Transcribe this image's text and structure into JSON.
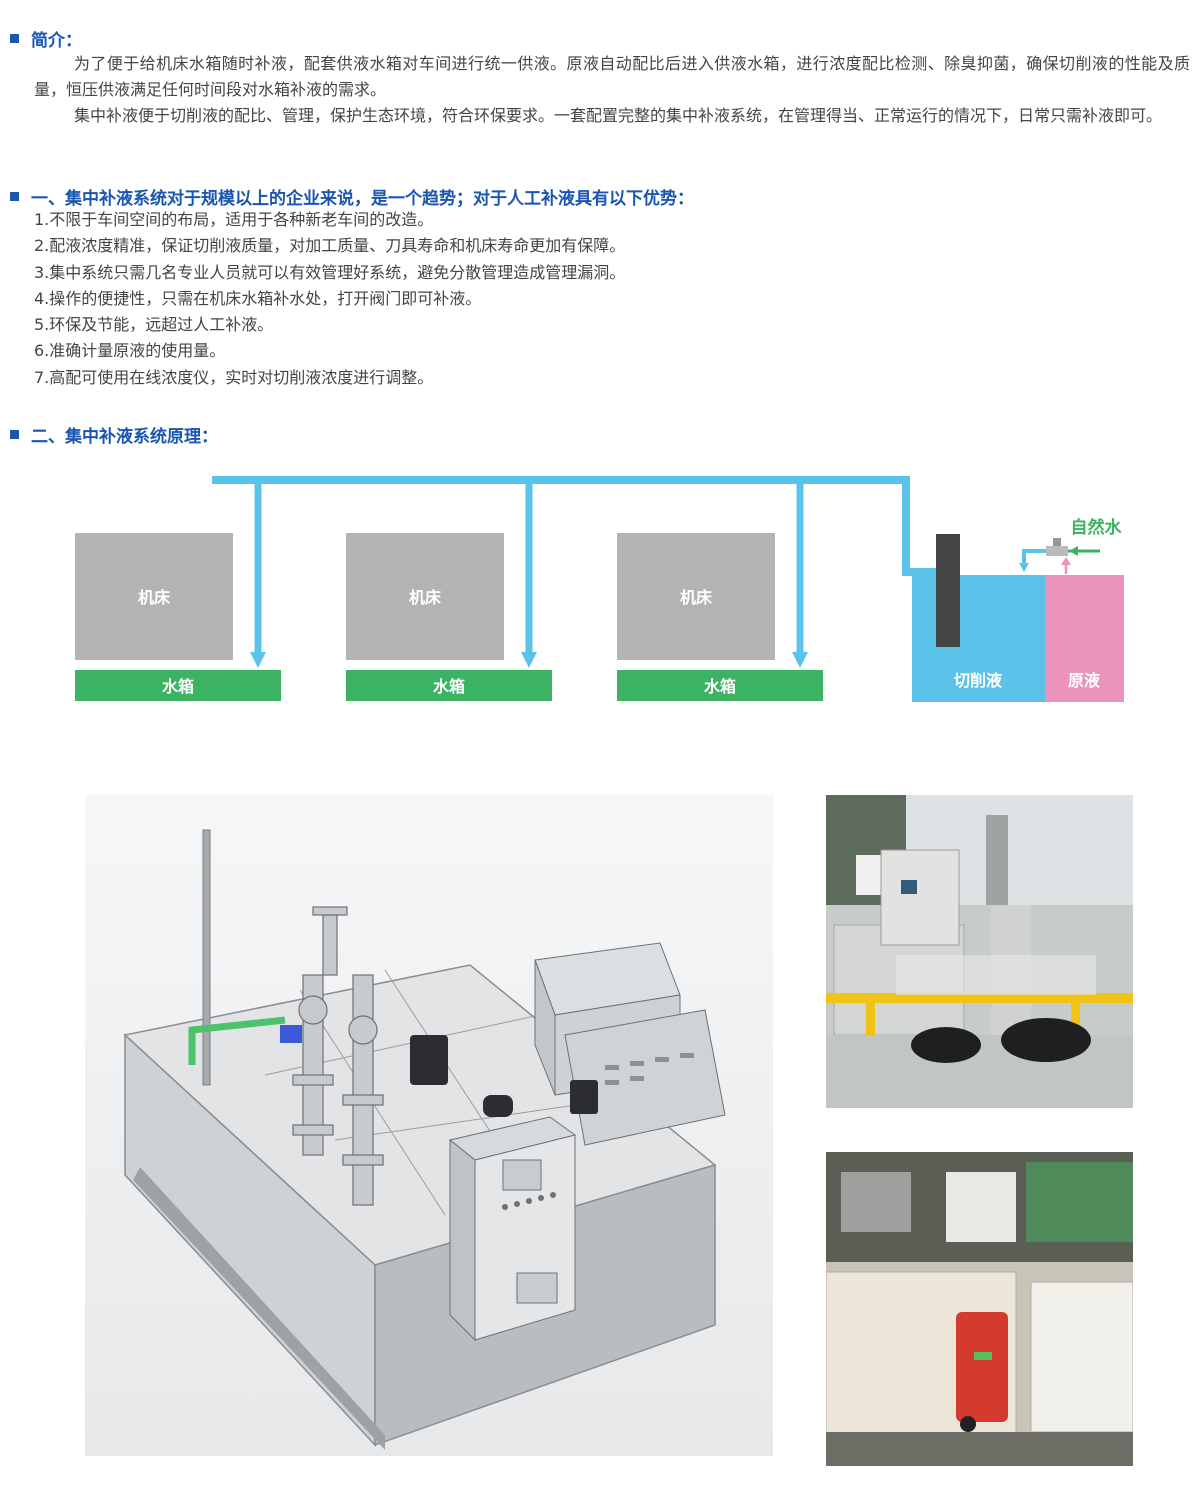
{
  "intro": {
    "heading": "简介：",
    "paragraphs": [
      "为了便于给机床水箱随时补液，配套供液水箱对车间进行统一供液。原液自动配比后进入供液水箱，进行浓度配比检测、除臭抑菌，确保切削液的性能及质量，恒压供液满足任何时间段对水箱补液的需求。",
      "集中补液便于切削液的配比、管理，保护生态环境，符合环保要求。一套配置完整的集中补液系统，在管理得当、正常运行的情况下，日常只需补液即可。"
    ]
  },
  "advantages": {
    "heading": "一、集中补液系统对于规模以上的企业来说，是一个趋势；对于人工补液具有以下优势：",
    "items": [
      "1.不限于车间空间的布局，适用于各种新老车间的改造。",
      "2.配液浓度精准，保证切削液质量，对加工质量、刀具寿命和机床寿命更加有保障。",
      "3.集中系统只需几名专业人员就可以有效管理好系统，避免分散管理造成管理漏洞。",
      "4.操作的便捷性，只需在机床水箱补水处，打开阀门即可补液。",
      "5.环保及节能，远超过人工补液。",
      "6.准确计量原液的使用量。",
      "7.高配可使用在线浓度仪，实时对切削液浓度进行调整。"
    ]
  },
  "principle": {
    "heading": "二、集中补液系统原理：",
    "machine_label": "机床",
    "tank_label": "水箱",
    "cutting_fluid_label": "切削液",
    "concentrate_label": "原液",
    "natural_water_label": "自然水",
    "colors": {
      "pipe": "#5bc3ea",
      "machine": "#b3b3b3",
      "tank": "#3cb363",
      "cutting_fluid": "#5bc3ea",
      "concentrate": "#eb93bd",
      "natural_water": "#3cb363"
    }
  }
}
